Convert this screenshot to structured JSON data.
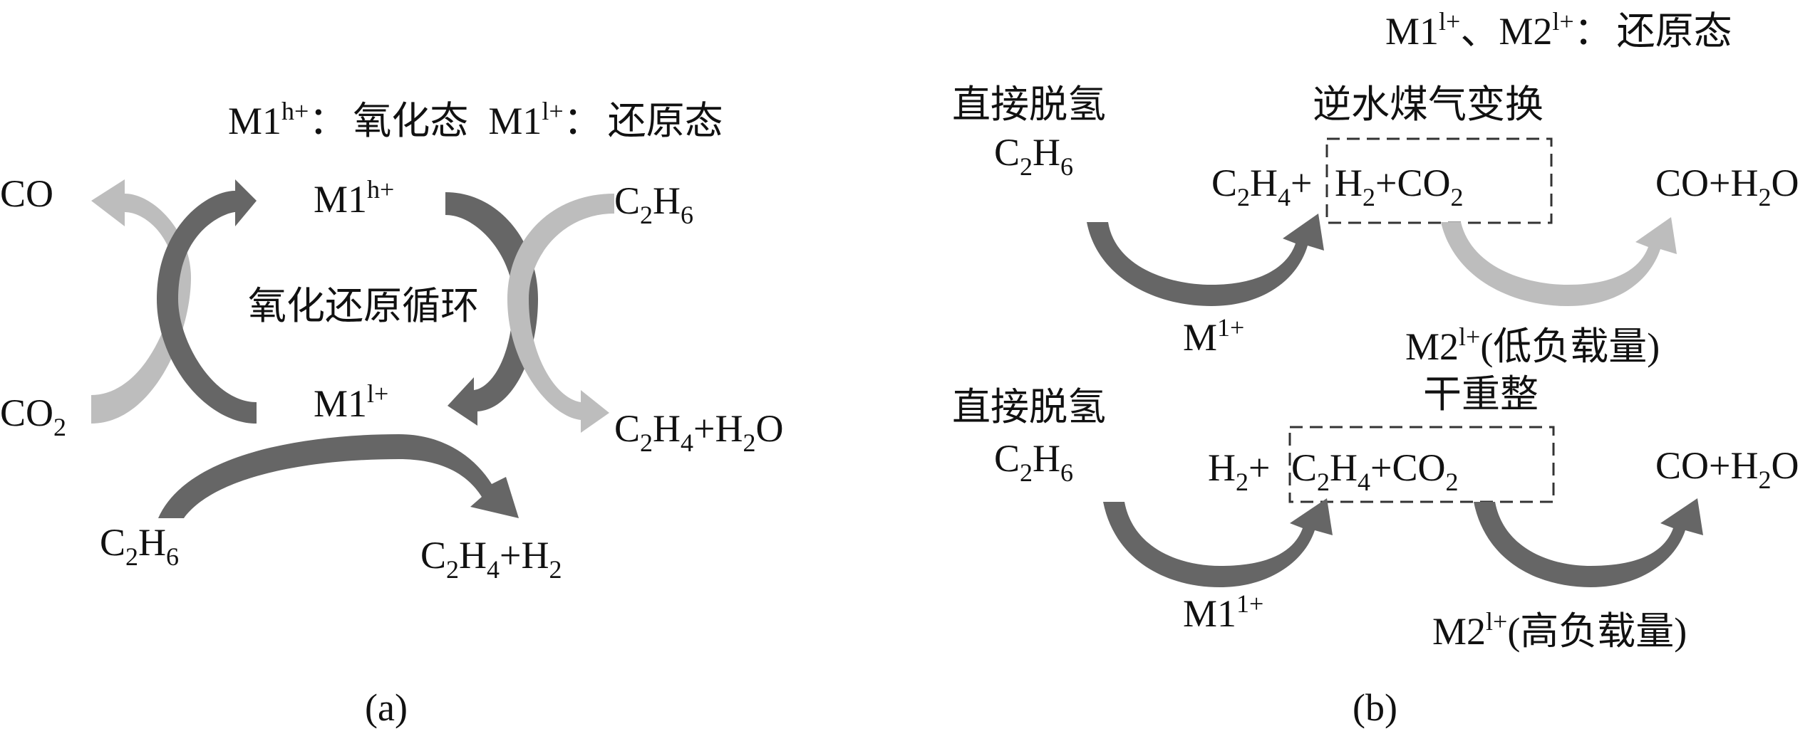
{
  "colors": {
    "dark_arrow": "#666666",
    "light_arrow": "#bdbdbd",
    "stroke": "#333333",
    "text": "#111111"
  },
  "panel_a": {
    "legend": {
      "ox_ion": "M1",
      "ox_charge": "h+",
      "ox_sep": "：",
      "ox_name": "氧化态",
      "red_ion": "M1",
      "red_charge": "l+",
      "red_sep": "：",
      "red_name": "还原态"
    },
    "m1h": {
      "base": "M1",
      "charge": "h+"
    },
    "m1l": {
      "base": "M1",
      "charge": "l+"
    },
    "cycle_label": "氧化还原循环",
    "co": "CO",
    "co2": {
      "base": "CO",
      "sub": "2"
    },
    "c2h6_right": {
      "c": "C",
      "n1": "2",
      "h": "H",
      "n2": "6"
    },
    "c2h4_h2o": {
      "c": "C",
      "n1": "2",
      "h": "H",
      "n2": "4",
      "plus": "+H",
      "n3": "2",
      "o": "O"
    },
    "c2h6_bottom": {
      "c": "C",
      "n1": "2",
      "h": "H",
      "n2": "6"
    },
    "c2h4_h2": {
      "c": "C",
      "n1": "2",
      "h": "H",
      "n2": "4",
      "plus": "+H",
      "n3": "2"
    },
    "caption": "(a)"
  },
  "panel_b": {
    "legend": {
      "ion1": "M1",
      "charge1": "l+",
      "sep": "、",
      "ion2": "M2",
      "charge2": "l+",
      "colon": "：",
      "name": "还原态"
    },
    "top": {
      "dehydro": "直接脱氢",
      "feed": {
        "c": "C",
        "n1": "2",
        "h": "H",
        "n2": "6"
      },
      "process": "逆水煤气变换",
      "mid_c2h4": {
        "c": "C",
        "n1": "2",
        "h": "H",
        "n2": "4",
        "plus": "+"
      },
      "boxed": {
        "h": "H",
        "n1": "2",
        "rest": "+CO",
        "n2": "2"
      },
      "product": {
        "a": "CO+H",
        "n": "2",
        "b": "O"
      },
      "catalyst1": {
        "base": "M",
        "charge": "1+"
      },
      "catalyst2": {
        "base": "M2",
        "charge": "l+",
        "note": "(低负载量)"
      }
    },
    "bottom": {
      "dehydro": "直接脱氢",
      "feed": {
        "c": "C",
        "n1": "2",
        "h": "H",
        "n2": "6"
      },
      "process": "干重整",
      "h2": {
        "h": "H",
        "n": "2",
        "plus": "+"
      },
      "boxed": {
        "c": "C",
        "n1": "2",
        "h": "H",
        "n2": "4",
        "rest": "+CO",
        "n3": "2"
      },
      "product": {
        "a": "CO+H",
        "n": "2",
        "b": "O"
      },
      "catalyst1": {
        "base": "M1",
        "charge": "1+"
      },
      "catalyst2": {
        "base": "M2",
        "charge": "l+",
        "note": "(高负载量)"
      }
    },
    "caption": "(b)"
  }
}
